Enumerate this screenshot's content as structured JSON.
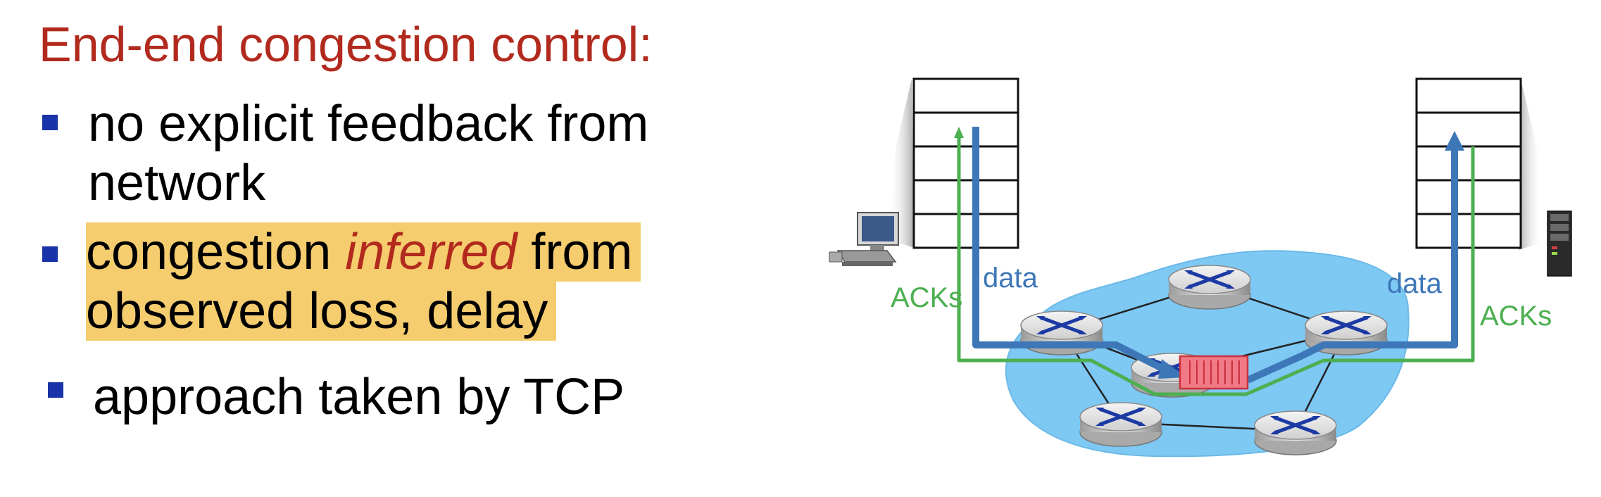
{
  "slide": {
    "title": "End-end congestion control:",
    "bullets": {
      "b1_line1": "no explicit feedback from",
      "b1_line2": "network",
      "b2_pre": "congestion ",
      "b2_em": "inferred",
      "b2_post": " from",
      "b2_line2": "observed loss, delay",
      "b3": "approach taken by TCP"
    }
  },
  "diagram": {
    "labels": {
      "acks_left": "ACKs",
      "data_left": "data",
      "data_right": "data",
      "acks_right": "ACKs"
    },
    "colors": {
      "data": "#3e77b8",
      "acks": "#4caf50",
      "network_cloud": "#7ec8f4",
      "queue": "#f07a86",
      "title": "#b22a1e",
      "highlight": "#f5cd6e"
    }
  }
}
